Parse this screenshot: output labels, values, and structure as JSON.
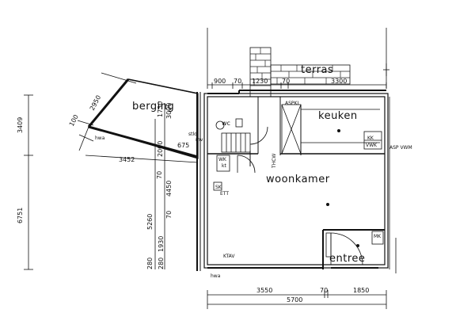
{
  "rooms": {
    "terras": "terras",
    "berging": "berging",
    "keuken": "keuken",
    "woonkamer": "woonkamer",
    "entree": "entree",
    "wc": "wc"
  },
  "dims_top": [
    "900",
    "70",
    "1230",
    "70",
    "3300"
  ],
  "dims_bottom": [
    "3550",
    "70",
    "1850",
    "5700"
  ],
  "dims_left": [
    "3409",
    "6751"
  ],
  "dims_left_inner": [
    "2950",
    "100",
    "1730",
    "3000",
    "2000",
    "70",
    "4450",
    "70",
    "5260",
    "1930",
    "280",
    "280"
  ],
  "dims_diag": [
    "3452",
    "675"
  ],
  "labels": {
    "hwa_top": "hwa",
    "hwa_bottom": "hwa",
    "spki": "ASPKI",
    "kk": "KK",
    "vwk": "VWK",
    "asp_vwm": "ASP VWM",
    "thcw": "THCW",
    "wk": "WK",
    "kt": "kt",
    "sk": "SK",
    "ett": "ETT",
    "ktav": "KTAV",
    "mk": "MK",
    "stld": "stld",
    "mv": "mv"
  }
}
